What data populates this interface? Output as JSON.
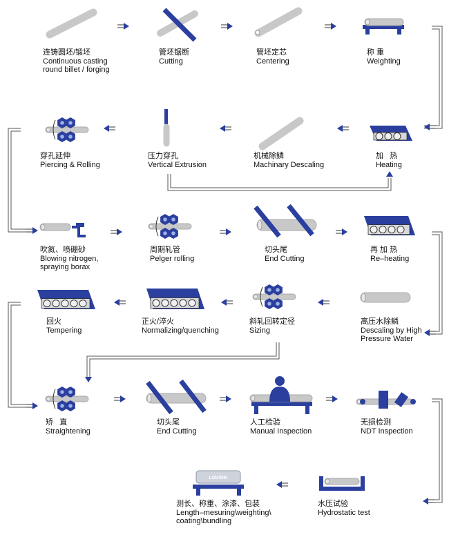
{
  "colors": {
    "accent": "#2a3f9e",
    "pipe": "#c8c8c8",
    "connector": "#555555"
  },
  "steps": [
    {
      "id": "s1",
      "zh": "连铸圆坯/锻坯",
      "en": "Continuous casting\nround billet / forging",
      "icon": "billet-icon"
    },
    {
      "id": "s2",
      "zh": "管坯锯断",
      "en": "Cutting",
      "icon": "saw-cut-icon"
    },
    {
      "id": "s3",
      "zh": "管坯定芯",
      "en": "Centering",
      "icon": "centering-icon"
    },
    {
      "id": "s4",
      "zh": "称 重",
      "en": "Weighting",
      "icon": "scale-icon"
    },
    {
      "id": "s5",
      "zh": "加   热",
      "en": "Heating",
      "icon": "furnace-icon"
    },
    {
      "id": "s6",
      "zh": "机械除鳞",
      "en": "Machinary Descaling",
      "icon": "descaling-icon"
    },
    {
      "id": "s7",
      "zh": "压力穿孔",
      "en": "Vertical Extrusion",
      "icon": "extrusion-icon"
    },
    {
      "id": "s8",
      "zh": "穿孔延伸",
      "en": "Piercing & Rolling",
      "icon": "rolling-mill-icon"
    },
    {
      "id": "s9",
      "zh": "吹氮、喷硼砂",
      "en": "Blowing nitrogen,\nspraying borax",
      "icon": "nozzle-icon"
    },
    {
      "id": "s10",
      "zh": "周期轧管",
      "en": "Pelger rolling",
      "icon": "rolling-mill-icon"
    },
    {
      "id": "s11",
      "zh": "切头尾",
      "en": "End Cutting",
      "icon": "end-cut-icon"
    },
    {
      "id": "s12",
      "zh": "再 加 热",
      "en": "Re–heating",
      "icon": "furnace-icon"
    },
    {
      "id": "s13",
      "zh": "高压水除鳞",
      "en": "Descaling by High\nPressure Water",
      "icon": "pipe-icon"
    },
    {
      "id": "s14",
      "zh": "斜轧回转定径",
      "en": "Sizing",
      "icon": "rolling-mill-icon"
    },
    {
      "id": "s15",
      "zh": "正火/淬火",
      "en": "Normalizing/quenching",
      "icon": "furnace-icon"
    },
    {
      "id": "s16",
      "zh": "回火",
      "en": "Tempering",
      "icon": "furnace-icon"
    },
    {
      "id": "s17",
      "zh": "矫   直",
      "en": "Straightening",
      "icon": "rolling-mill-icon"
    },
    {
      "id": "s18",
      "zh": "切头尾",
      "en": "End Cutting",
      "icon": "end-cut-icon"
    },
    {
      "id": "s19",
      "zh": "人工检验",
      "en": "Manual Inspection",
      "icon": "inspector-icon"
    },
    {
      "id": "s20",
      "zh": "无损检测",
      "en": "NDT Inspection",
      "icon": "ndt-icon"
    },
    {
      "id": "s21",
      "zh": "水压试验",
      "en": "Hydrostatic test",
      "icon": "hydro-test-icon"
    },
    {
      "id": "s22",
      "zh": "测长、称重、涂漆、包装",
      "en": "Length–mesuring\\weighting\\\ncoating\\bundling",
      "icon": "bundling-icon",
      "brand": "LONTRIN"
    }
  ]
}
